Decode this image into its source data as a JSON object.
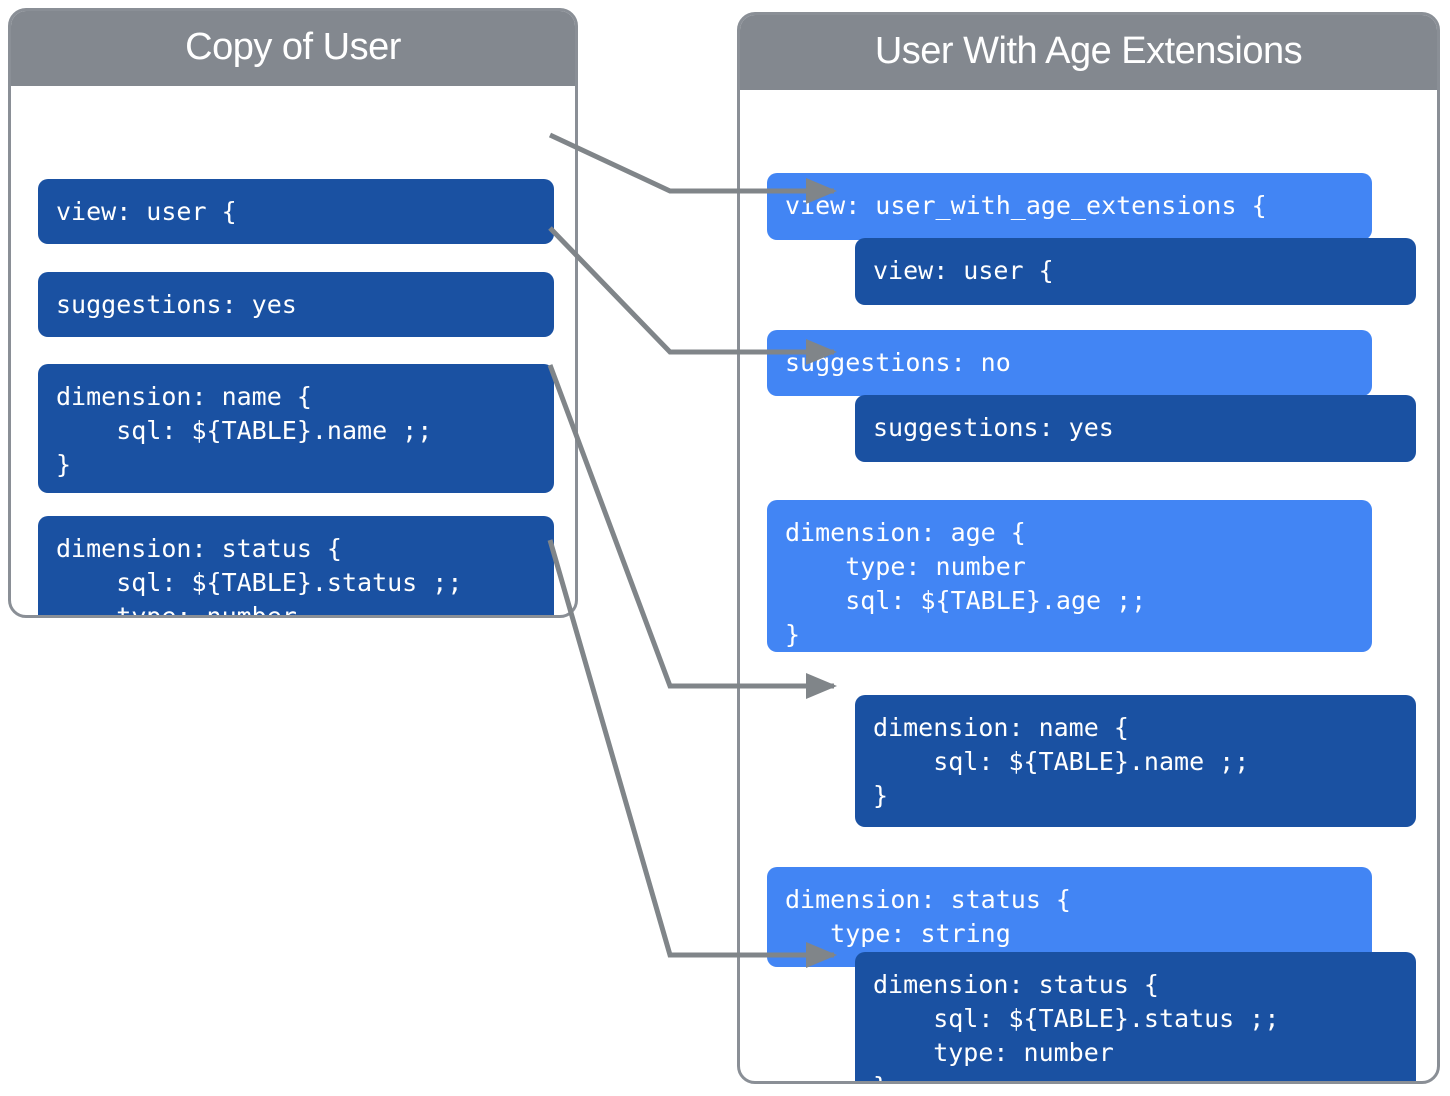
{
  "left_panel": {
    "title": "Copy of User",
    "blocks": [
      {
        "name": "view-block",
        "text": "view: user {"
      },
      {
        "name": "suggestions-block",
        "text": "suggestions: yes"
      },
      {
        "name": "dimension-name-block",
        "text": "dimension: name {\n    sql: ${TABLE}.name ;;\n}"
      },
      {
        "name": "dimension-status-block",
        "text": "dimension: status {\n    sql: ${TABLE}.status ;;\n    type: number\n}"
      }
    ]
  },
  "right_panel": {
    "title": "User With Age Extensions",
    "parent_blocks": [
      {
        "name": "view-extension-block",
        "text": "view: user_with_age_extensions {"
      },
      {
        "name": "suggestions-override",
        "text": "suggestions: no"
      },
      {
        "name": "dimension-age-block",
        "text": "dimension: age {\n    type: number\n    sql: ${TABLE}.age ;;\n}"
      },
      {
        "name": "dimension-status-override",
        "text": "dimension: status {\n   type: string"
      }
    ],
    "inherited_blocks": [
      {
        "name": "inherited-view",
        "text": "view: user {"
      },
      {
        "name": "inherited-suggestions",
        "text": "suggestions: yes"
      },
      {
        "name": "inherited-dimension-name",
        "text": "dimension: name {\n    sql: ${TABLE}.name ;;\n}"
      },
      {
        "name": "inherited-dimension-status",
        "text": "dimension: status {\n    sql: ${TABLE}.status ;;\n    type: number\n}"
      }
    ]
  },
  "colors": {
    "header_gray": "#83888f",
    "panel_border": "#8a8f96",
    "dark_blue": "#1a51a2",
    "light_blue": "#4285f4",
    "arrow_gray": "#808589"
  },
  "connections": [
    {
      "name": "connector-view",
      "from": "view-block",
      "to": "inherited-view"
    },
    {
      "name": "connector-suggestions",
      "from": "suggestions-block",
      "to": "inherited-suggestions"
    },
    {
      "name": "connector-dimension-name",
      "from": "dimension-name-block",
      "to": "inherited-dimension-name"
    },
    {
      "name": "connector-dimension-status",
      "from": "dimension-status-block",
      "to": "inherited-dimension-status"
    }
  ]
}
